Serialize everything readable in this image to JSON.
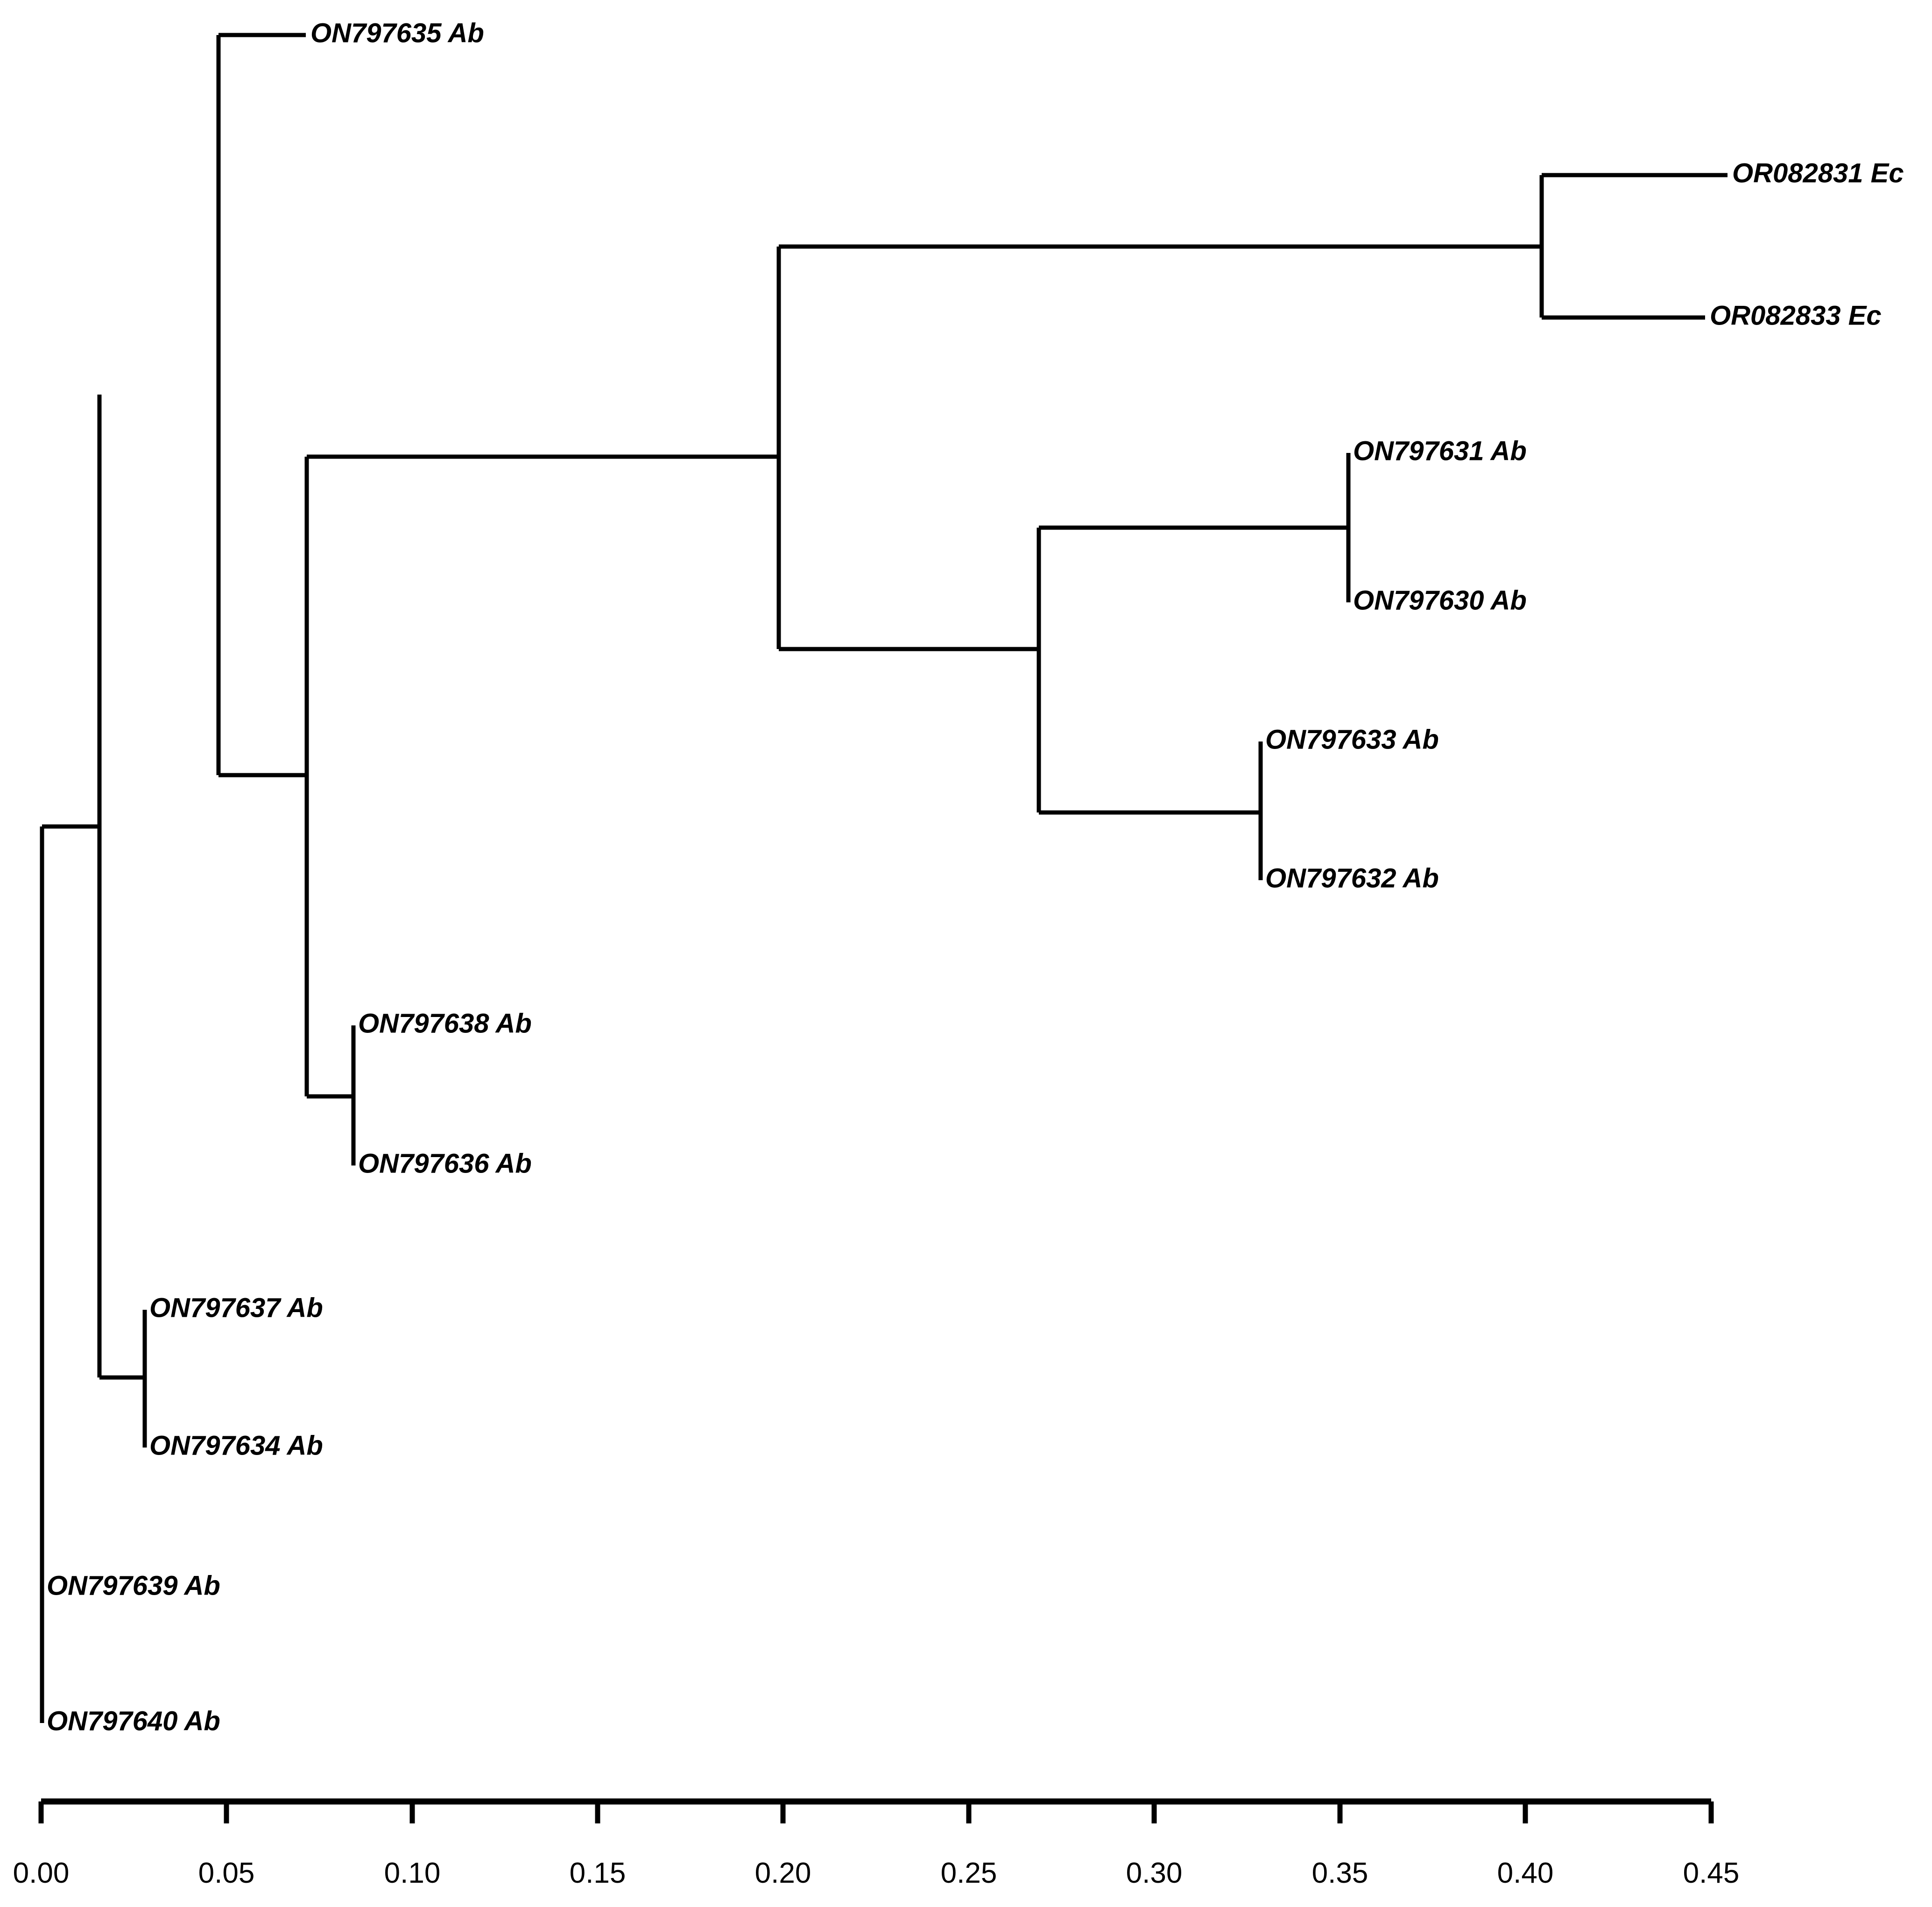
{
  "chart_data": {
    "type": "tree",
    "subtype": "phylogenetic-rectangular-cladogram",
    "title": "",
    "xlabel": "",
    "ylabel": "",
    "xlim": [
      0.0,
      0.45
    ],
    "grid": false,
    "legend": null,
    "scale_axis": {
      "min": 0.0,
      "max": 0.45,
      "step": 0.05,
      "tick_labels": [
        "0.00",
        "0.05",
        "0.10",
        "0.15",
        "0.20",
        "0.25",
        "0.30",
        "0.35",
        "0.40",
        "0.45"
      ],
      "tick_values": [
        0.0,
        0.05,
        0.1,
        0.15,
        0.2,
        0.25,
        0.3,
        0.35,
        0.4,
        0.45
      ]
    },
    "tips": [
      {
        "id": "ON797635",
        "suffix": "Ab",
        "label": "ON797635 Ab",
        "x_depth": 0.072,
        "row": 0
      },
      {
        "id": "OR082831",
        "suffix": "Ec",
        "label": "OR082831 Ec",
        "x_depth": 0.432,
        "row": 1
      },
      {
        "id": "OR082833",
        "suffix": "Ec",
        "label": "OR082833 Ec",
        "x_depth": 0.426,
        "row": 2
      },
      {
        "id": "ON797631",
        "suffix": "Ab",
        "label": "ON797631 Ab",
        "x_depth": 0.352,
        "row": 3
      },
      {
        "id": "ON797630",
        "suffix": "Ab",
        "label": "ON797630 Ab",
        "x_depth": 0.352,
        "row": 4
      },
      {
        "id": "ON797633",
        "suffix": "Ab",
        "label": "ON797633 Ab",
        "x_depth": 0.329,
        "row": 5
      },
      {
        "id": "ON797632",
        "suffix": "Ab",
        "label": "ON797632 Ab",
        "x_depth": 0.329,
        "row": 6
      },
      {
        "id": "ON797638",
        "suffix": "Ab",
        "label": "ON797638 Ab",
        "x_depth": 0.084,
        "row": 7
      },
      {
        "id": "ON797636",
        "suffix": "Ab",
        "label": "ON797636 Ab",
        "x_depth": 0.084,
        "row": 8
      },
      {
        "id": "ON797637",
        "suffix": "Ab",
        "label": "ON797637 Ab",
        "x_depth": 0.025,
        "row": 9
      },
      {
        "id": "ON797634",
        "suffix": "Ab",
        "label": "ON797634 Ab",
        "x_depth": 0.025,
        "row": 10
      },
      {
        "id": "ON797639",
        "suffix": "Ab",
        "label": "ON797639 Ab",
        "x_depth": 0.0,
        "row": 11
      },
      {
        "id": "ON797640",
        "suffix": "Ab",
        "label": "ON797640 Ab",
        "x_depth": 0.0,
        "row": 12
      }
    ],
    "internal_nodes": [
      {
        "name": "root",
        "x_depth": 0.0,
        "children": [
          "n_inner",
          "ON797639",
          "ON797640"
        ]
      },
      {
        "name": "n_inner",
        "x_depth": 0.0078,
        "children": [
          "n_upper",
          "n_637_634"
        ]
      },
      {
        "name": "n_637_634",
        "x_depth": 0.0093,
        "children": [
          "ON797637",
          "ON797634"
        ]
      },
      {
        "name": "n_upper",
        "x_depth": 0.0155,
        "children": [
          "ON797635",
          "n_mid"
        ]
      },
      {
        "name": "n_mid",
        "x_depth": 0.0714,
        "children": [
          "n_big",
          "n_638_636"
        ]
      },
      {
        "name": "n_638_636",
        "x_depth": 0.0714,
        "children": [
          "ON797638",
          "ON797636"
        ]
      },
      {
        "name": "n_big",
        "x_depth": 0.1987,
        "children": [
          "n_ec",
          "n_abclade"
        ]
      },
      {
        "name": "n_ec",
        "x_depth": 0.4043,
        "children": [
          "OR082831",
          "OR082833"
        ]
      },
      {
        "name": "n_abclade",
        "x_depth": 0.2667,
        "children": [
          "n_631_630",
          "n_633_632"
        ]
      },
      {
        "name": "n_631_630",
        "x_depth": 0.3521,
        "children": [
          "ON797631",
          "ON797630"
        ]
      },
      {
        "name": "n_633_632",
        "x_depth": 0.3289,
        "children": [
          "ON797633",
          "ON797632"
        ]
      }
    ]
  },
  "axis": {
    "ticks": [
      "0.00",
      "0.05",
      "0.10",
      "0.15",
      "0.20",
      "0.25",
      "0.30",
      "0.35",
      "0.40",
      "0.45"
    ]
  },
  "labels": {
    "t0": "ON797635 Ab",
    "t1": "OR082831 Ec",
    "t2": "OR082833 Ec",
    "t3": "ON797631 Ab",
    "t4": "ON797630 Ab",
    "t5": "ON797633 Ab",
    "t6": "ON797632 Ab",
    "t7": "ON797638 Ab",
    "t8": "ON797636 Ab",
    "t9": "ON797637 Ab",
    "t10": "ON797634 Ab",
    "t11": "ON797639 Ab",
    "t12": "ON797640 Ab"
  },
  "style": {
    "line_color": "#000000",
    "background": "#ffffff",
    "text_color": "#000000"
  }
}
